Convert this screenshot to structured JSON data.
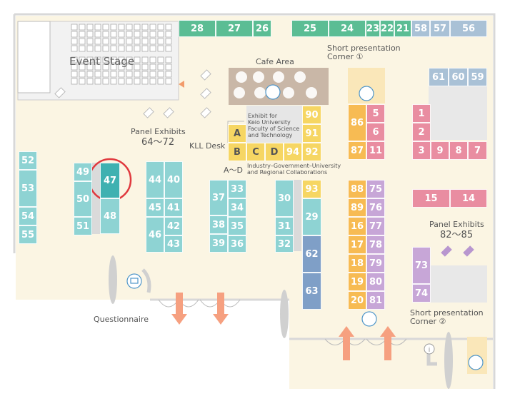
{
  "colors": {
    "green": "#5bbd94",
    "teal": "#8ed3d3",
    "blue": "#a9c1d6",
    "pink": "#e98da1",
    "yellow": "#f6d663",
    "orange": "#f7bb53",
    "purple": "#c7a6d7",
    "bluedark": "#7f9fc7",
    "highlight": "#3fb1b1",
    "floor": "#fbf5e3",
    "wall": "#d9d9d9"
  },
  "labels": {
    "event_stage": "Event Stage",
    "cafe_area": "Cafe Area",
    "short_pres_1": "Short presentation",
    "short_pres_1b": "Corner ①",
    "panel_exhibits_left": "Panel Exhibits",
    "panel_exhibits_left_range": "64～72",
    "kll_desk": "KLL Desk",
    "exhibit_for_1": "Exhibit for",
    "exhibit_for_2": "Keio University",
    "exhibit_for_3": "Faculty of Science",
    "exhibit_for_4": "and Technology",
    "a_to_d": "A～D",
    "industry_1": "Industry–Government–University",
    "industry_2": "and Regional Collaborations",
    "panel_exhibits_right": "Panel Exhibits",
    "panel_exhibits_right_range": "82～85",
    "short_pres_2": "Short presentation",
    "short_pres_2b": "Corner ②",
    "questionnaire": "Questionnaire"
  },
  "booths": [
    {
      "id": "28",
      "color": "green"
    },
    {
      "id": "27",
      "color": "green"
    },
    {
      "id": "26",
      "color": "green"
    },
    {
      "id": "25",
      "color": "green"
    },
    {
      "id": "24",
      "color": "green"
    },
    {
      "id": "23",
      "color": "green"
    },
    {
      "id": "22",
      "color": "green"
    },
    {
      "id": "21",
      "color": "green"
    },
    {
      "id": "58",
      "color": "blue"
    },
    {
      "id": "57",
      "color": "blue"
    },
    {
      "id": "56",
      "color": "blue"
    },
    {
      "id": "61",
      "color": "blue"
    },
    {
      "id": "60",
      "color": "blue"
    },
    {
      "id": "59",
      "color": "blue"
    },
    {
      "id": "1",
      "color": "pink"
    },
    {
      "id": "2",
      "color": "pink"
    },
    {
      "id": "3",
      "color": "pink"
    },
    {
      "id": "9",
      "color": "pink"
    },
    {
      "id": "8",
      "color": "pink"
    },
    {
      "id": "7",
      "color": "pink"
    },
    {
      "id": "15",
      "color": "pink"
    },
    {
      "id": "14",
      "color": "pink"
    },
    {
      "id": "5",
      "color": "pink"
    },
    {
      "id": "6",
      "color": "pink"
    },
    {
      "id": "11",
      "color": "pink"
    },
    {
      "id": "86",
      "color": "orange"
    },
    {
      "id": "87",
      "color": "orange"
    },
    {
      "id": "90",
      "color": "yellow"
    },
    {
      "id": "91",
      "color": "yellow"
    },
    {
      "id": "92",
      "color": "yellow"
    },
    {
      "id": "94",
      "color": "yellow"
    },
    {
      "id": "A",
      "color": "yellow"
    },
    {
      "id": "B",
      "color": "yellow"
    },
    {
      "id": "C",
      "color": "yellow"
    },
    {
      "id": "D",
      "color": "yellow"
    },
    {
      "id": "93",
      "color": "yellow"
    },
    {
      "id": "88",
      "color": "orange"
    },
    {
      "id": "89",
      "color": "orange"
    },
    {
      "id": "16",
      "color": "orange"
    },
    {
      "id": "17",
      "color": "orange"
    },
    {
      "id": "18",
      "color": "orange"
    },
    {
      "id": "19",
      "color": "orange"
    },
    {
      "id": "20",
      "color": "orange"
    },
    {
      "id": "75",
      "color": "purple"
    },
    {
      "id": "76",
      "color": "purple"
    },
    {
      "id": "77",
      "color": "purple"
    },
    {
      "id": "78",
      "color": "purple"
    },
    {
      "id": "79",
      "color": "purple"
    },
    {
      "id": "80",
      "color": "purple"
    },
    {
      "id": "81",
      "color": "purple"
    },
    {
      "id": "73",
      "color": "purple"
    },
    {
      "id": "74",
      "color": "purple"
    },
    {
      "id": "52",
      "color": "teal"
    },
    {
      "id": "53",
      "color": "teal"
    },
    {
      "id": "54",
      "color": "teal"
    },
    {
      "id": "55",
      "color": "teal"
    },
    {
      "id": "49",
      "color": "teal"
    },
    {
      "id": "50",
      "color": "teal"
    },
    {
      "id": "51",
      "color": "teal"
    },
    {
      "id": "47",
      "color": "highlight"
    },
    {
      "id": "48",
      "color": "teal"
    },
    {
      "id": "44",
      "color": "teal"
    },
    {
      "id": "40",
      "color": "teal"
    },
    {
      "id": "45",
      "color": "teal"
    },
    {
      "id": "41",
      "color": "teal"
    },
    {
      "id": "46",
      "color": "teal"
    },
    {
      "id": "42",
      "color": "teal"
    },
    {
      "id": "43",
      "color": "teal"
    },
    {
      "id": "37",
      "color": "teal"
    },
    {
      "id": "33",
      "color": "teal"
    },
    {
      "id": "34",
      "color": "teal"
    },
    {
      "id": "38",
      "color": "teal"
    },
    {
      "id": "35",
      "color": "teal"
    },
    {
      "id": "39",
      "color": "teal"
    },
    {
      "id": "36",
      "color": "teal"
    },
    {
      "id": "30",
      "color": "teal"
    },
    {
      "id": "31",
      "color": "teal"
    },
    {
      "id": "32",
      "color": "teal"
    },
    {
      "id": "29",
      "color": "teal"
    },
    {
      "id": "62",
      "color": "bluedark"
    },
    {
      "id": "63",
      "color": "bluedark"
    }
  ],
  "highlighted_booth": "47"
}
